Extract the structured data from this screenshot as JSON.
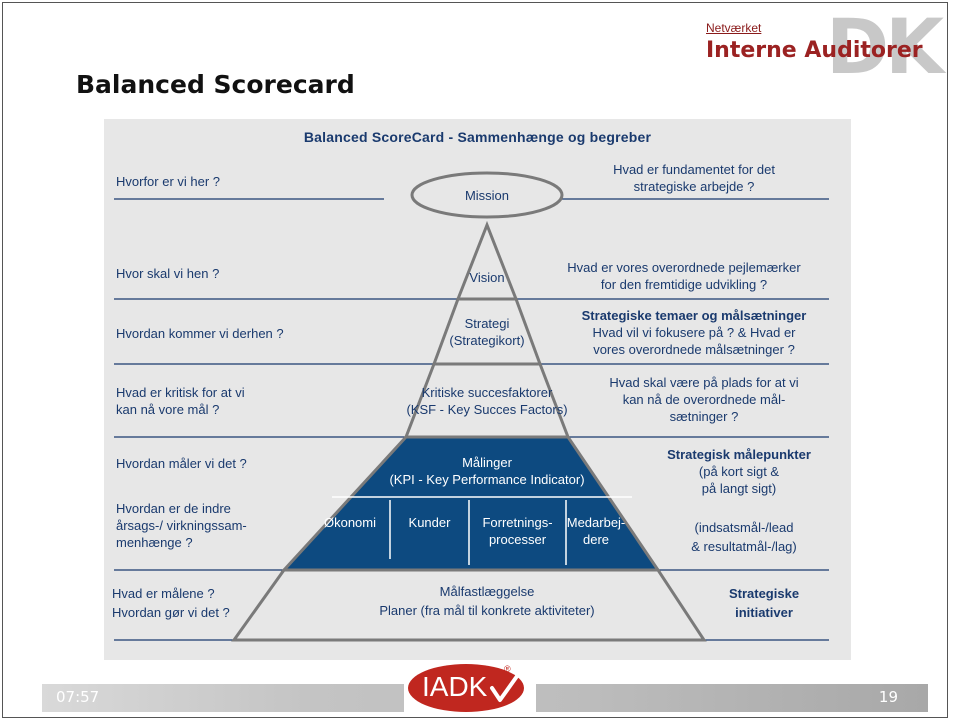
{
  "slide": {
    "title": "Balanced Scorecard",
    "time": "07:57",
    "page": "19"
  },
  "logo": {
    "line1": "Netværket",
    "line2": "Interne Auditorer",
    "mark": "DK",
    "footer_logo": "IADK",
    "footer_logo_reg": "®"
  },
  "diagram": {
    "title": "Balanced ScoreCard - Sammenhænge og begreber",
    "questions": [
      [
        "Hvorfor er vi her ?"
      ],
      [
        "Hvor skal vi hen ?"
      ],
      [
        "Hvordan kommer vi derhen ?"
      ],
      [
        "Hvad er kritisk for at vi",
        "kan nå vore mål ?"
      ],
      [
        "Hvordan måler vi det ?"
      ],
      [
        "Hvordan er de indre",
        "årsags-/ virkningssam-",
        "menhænge ?"
      ],
      [
        "Hvad er målene ?",
        "Hvordan gør vi det ?"
      ]
    ],
    "levels": [
      [
        "Mission"
      ],
      [
        "Vision"
      ],
      [
        "Strategi",
        "(Strategikort)"
      ],
      [
        "Kritiske succesfaktorer",
        "(KSF - Key Succes Factors)"
      ],
      [
        "Målinger",
        "(KPI - Key Performance Indicator)"
      ],
      [
        "Målfastlæggelse",
        "Planer (fra mål til konkrete aktiviteter)"
      ]
    ],
    "perspectives": [
      [
        "Økonomi"
      ],
      [
        "Kunder"
      ],
      [
        "Forretnings-",
        "processer"
      ],
      [
        "Medarbej-",
        "dere"
      ]
    ],
    "answers": {
      "mission": [
        "Hvad er fundamentet for det",
        "strategiske arbejde ?"
      ],
      "vision": [
        "Hvad er vores overordnede pejlemærker",
        "for den fremtidige udvikling ?"
      ],
      "strategi_head": "Strategiske temaer og målsætninger",
      "strategi": [
        "Hvad vil vi fokusere på ? & Hvad er",
        "vores overordnede målsætninger ?"
      ],
      "ksf": [
        "Hvad skal være på plads for at vi",
        "kan nå de overordnede mål-",
        "sætninger ?"
      ],
      "kpi_head": "Strategisk målepunkter",
      "kpi": [
        "(på kort sigt &",
        "på langt sigt)"
      ],
      "kpi2": [
        "(indsatsmål-/lead",
        "& resultatmål-/lag)"
      ],
      "init_head": [
        "Strategiske",
        "initiativer"
      ]
    },
    "colors": {
      "navy": "#0d4a80",
      "text": "#1a3a6e",
      "background": "#e7e7e7"
    }
  }
}
